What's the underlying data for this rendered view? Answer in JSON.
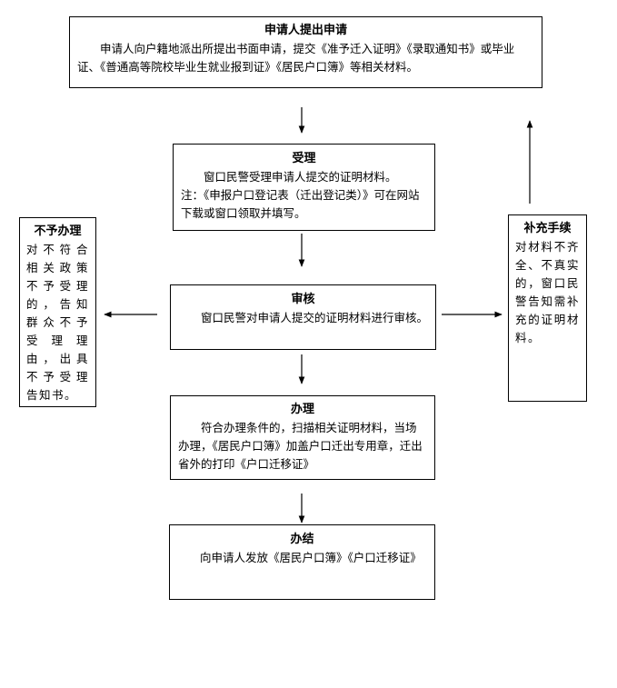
{
  "apply": {
    "title": "申请人提出申请",
    "body": "申请人向户籍地派出所提出书面申请，提交《准予迁入证明》《录取通知书》或毕业证、《普通高等院校毕业生就业报到证》《居民户口簿》等相关材料。"
  },
  "accept": {
    "title": "受理",
    "body": "窗口民警受理申请人提交的证明材料。",
    "note": "注：《申报户口登记表（迁出登记类）》可在网站下载或窗口领取并填写。"
  },
  "review": {
    "title": "审核",
    "body": "窗口民警对申请人提交的证明材料进行审核。"
  },
  "process": {
    "title": "办理",
    "body": "符合办理条件的，扫描相关证明材料，当场办理，《居民户口簿》加盖户口迁出专用章，迁出省外的打印《户口迁移证》"
  },
  "finish": {
    "title": "办结",
    "body": "向申请人发放《居民户口簿》《户口迁移证》"
  },
  "reject": {
    "title": "不予办理",
    "body": "对不符合相关政策不予受理的，告知群众不予受理理由，出具不予受理告知书。"
  },
  "supplement": {
    "title": "补充手续",
    "body": "对材料不齐全、不真实的，窗口民警告知需补充的证明材料。"
  }
}
